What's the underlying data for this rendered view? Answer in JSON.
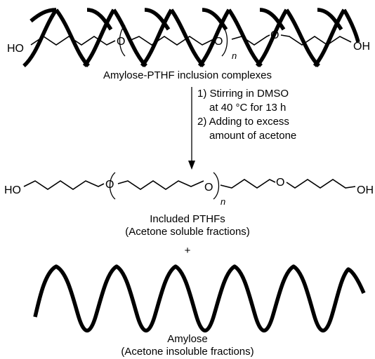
{
  "complex": {
    "hydroxyl_left": "HO",
    "hydroxyl_right": "OH",
    "oxygen_1": "O",
    "oxygen_2": "O",
    "oxygen_3": "O",
    "repeat_subscript": "n",
    "caption": "Amylose-PTHF inclusion complexes"
  },
  "conditions": {
    "step_1_line_1": "1) Stirring in DMSO",
    "step_1_line_2": "at 40 °C for 13 h",
    "step_2_line_1": "2) Adding to excess",
    "step_2_line_2": "amount of acetone"
  },
  "pthf": {
    "hydroxyl_left": "HO",
    "hydroxyl_right": "OH",
    "oxygen_1": "O",
    "oxygen_2": "O",
    "oxygen_3": "O",
    "repeat_subscript": "n",
    "caption_line_1": "Included PTHFs",
    "caption_line_2": "(Acetone soluble fractions)"
  },
  "separator": "+",
  "amylose": {
    "caption_line_1": "Amylose",
    "caption_line_2": "(Acetone insoluble fractions)"
  }
}
